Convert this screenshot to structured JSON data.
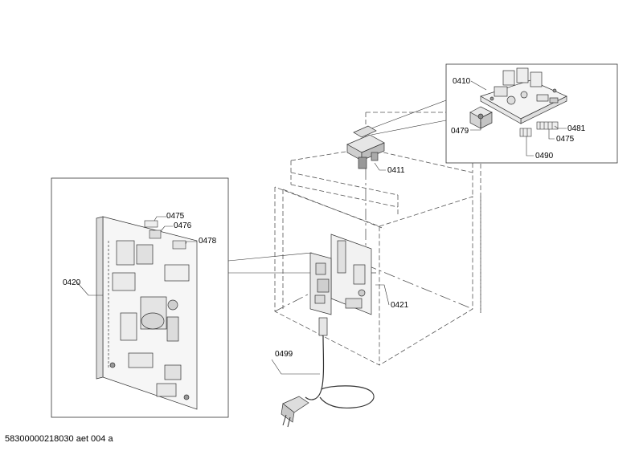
{
  "diagram": {
    "part_labels": {
      "p0410": "0410",
      "p0479_top": "0479",
      "p0481": "0481",
      "p0475_top": "0475",
      "p0490": "0490",
      "p0411": "0411",
      "p0475_left": "0475",
      "p0476": "0476",
      "p0478": "0478",
      "p0420": "0420",
      "p0421": "0421",
      "p0499": "0499"
    },
    "drawing_id": "58300000218030 aet 004 a"
  }
}
